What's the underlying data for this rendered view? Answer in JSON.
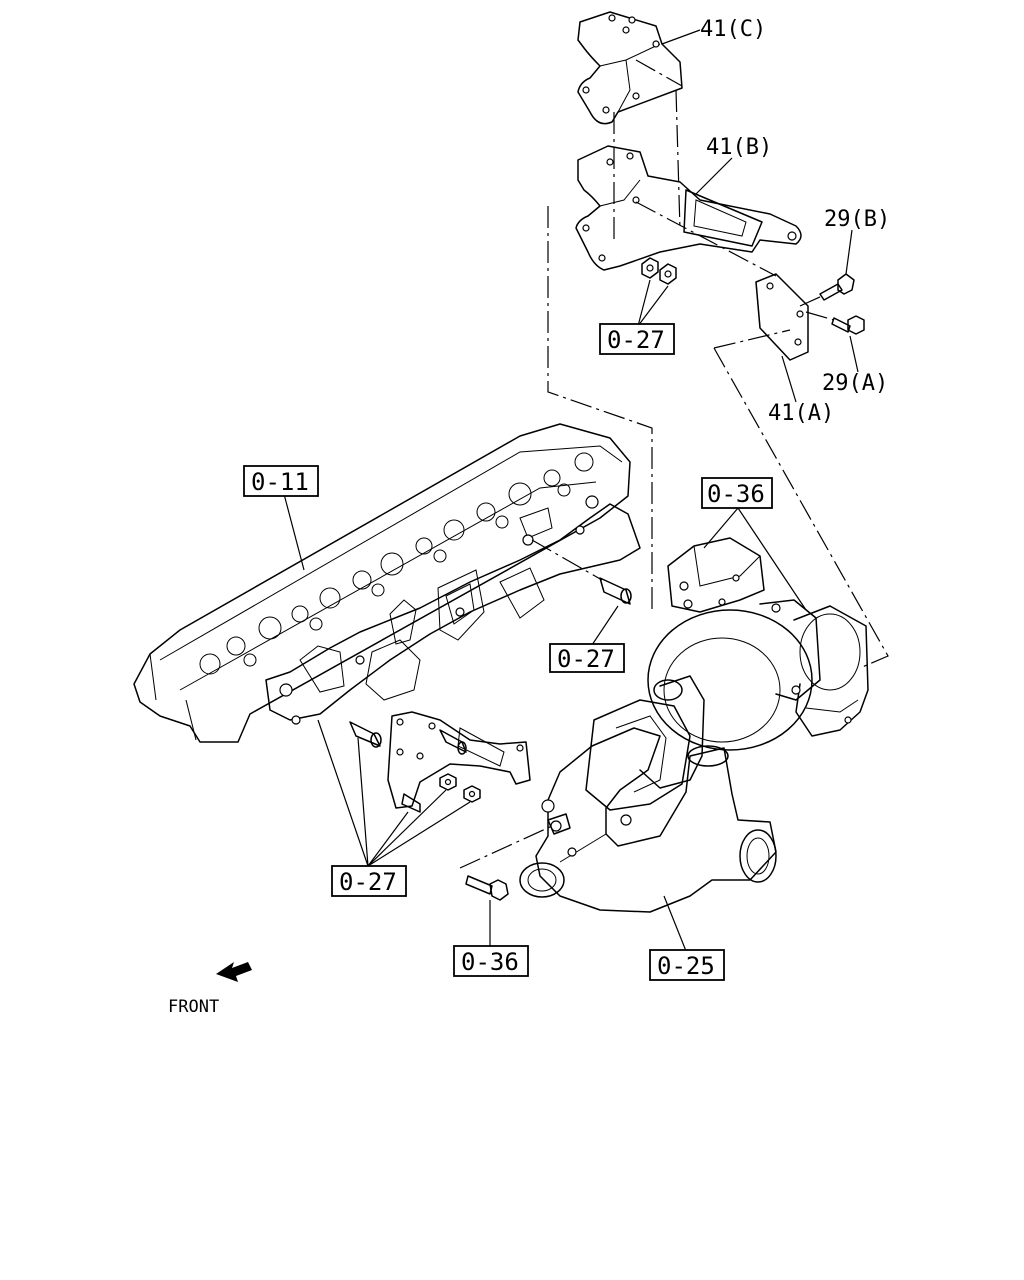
{
  "callouts": {
    "bracket_c": "41(C)",
    "bracket_b": "41(B)",
    "bracket_a": "41(A)",
    "bolt_b": "29(B)",
    "bolt_a": "29(A)"
  },
  "ref_boxes": {
    "nut_upper": "0-27",
    "cylinder_head": "0-11",
    "turbo_bracket": "0-36",
    "stud_mid": "0-27",
    "nuts_lower": "0-27",
    "bolt_lower": "0-36",
    "pipe_lower": "0-25"
  },
  "front_label": "FRONT",
  "icons": {
    "front_arrow": "arrow-down-left-icon"
  }
}
